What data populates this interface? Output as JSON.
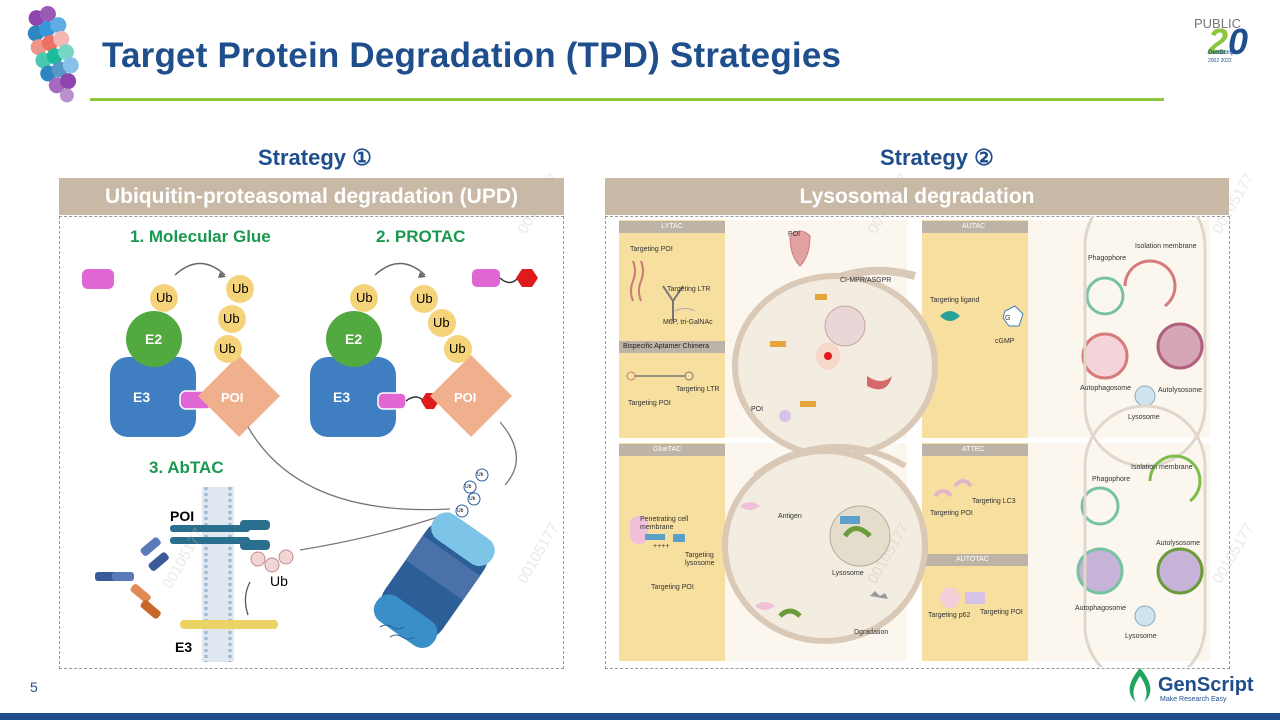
{
  "header": {
    "title": "Target Protein Degradation (TPD) Strategies",
    "corner_badge_text": "PUBLIC",
    "anniv_logo": {
      "number": "20",
      "brand": "GenScript",
      "years": "2002 2022"
    }
  },
  "strategies": [
    {
      "label": "Strategy ①",
      "band": "Ubiquitin-proteasomal degradation  (UPD)"
    },
    {
      "label": "Strategy ②",
      "band": "Lysosomal degradation"
    }
  ],
  "upd": {
    "molecular_glue": {
      "title": "1. Molecular Glue",
      "e2": "E2",
      "e3": "E3",
      "poi": "POI",
      "ub": [
        "Ub",
        "Ub",
        "Ub",
        "Ub"
      ]
    },
    "protac": {
      "title": "2. PROTAC",
      "e2": "E2",
      "e3": "E3",
      "poi": "POI",
      "ub": [
        "Ub",
        "Ub",
        "Ub",
        "Ub"
      ]
    },
    "abtac": {
      "title": "3. AbTAC",
      "poi": "POI",
      "e3": "E3",
      "ub": "Ub"
    },
    "proteasome_ub": [
      "Ub",
      "Ub",
      "Ub",
      "Ub"
    ]
  },
  "lysosomal": {
    "lytac": {
      "tab": "LYTAC",
      "labels": [
        "Targeting POI",
        "Targeting LTR",
        "M6P, tri-GalNAc"
      ],
      "scene": [
        "POI",
        "CI-MPR/ASGPR",
        "POI"
      ]
    },
    "aptamer": {
      "tab": "Bispecific Aptamer Chimera",
      "labels": [
        "Targeting LTR",
        "Targeting POI"
      ]
    },
    "autac": {
      "tab": "AUTAC",
      "labels": [
        "Targeting ligand",
        "G",
        "cGMP"
      ],
      "scene": [
        "Phagophore",
        "Isolation membrane",
        "Autophagosome",
        "Autolysosome",
        "Lysosome"
      ]
    },
    "gluetac": {
      "tab": "GlueTAC",
      "labels": [
        "Penetrating cell membrane",
        "++++",
        "Targeting lysosome",
        "Targeting POI"
      ],
      "scene": [
        "Antigen",
        "Lysosome",
        "Dgradation"
      ]
    },
    "attec": {
      "tab": "ATTEC",
      "labels": [
        "Targeting LC3",
        "Targeting POI"
      ]
    },
    "autotac": {
      "tab": "AUTOTAC",
      "labels": [
        "Targeting p62",
        "Targeting POI"
      ],
      "scene": [
        "Phagophore",
        "Isolation membrane",
        "Autolysosome",
        "Autophagosome",
        "Lysosome"
      ]
    }
  },
  "watermark": "00105177",
  "footer": {
    "page_number": "5",
    "brand": "GenScript",
    "tagline": "Make Research Easy"
  },
  "colors": {
    "title": "#1f4e8c",
    "rule": "#8cc63f",
    "band": "#c8b9a6",
    "green_text": "#1a9850",
    "panel_bg": "#f7dfa0"
  }
}
